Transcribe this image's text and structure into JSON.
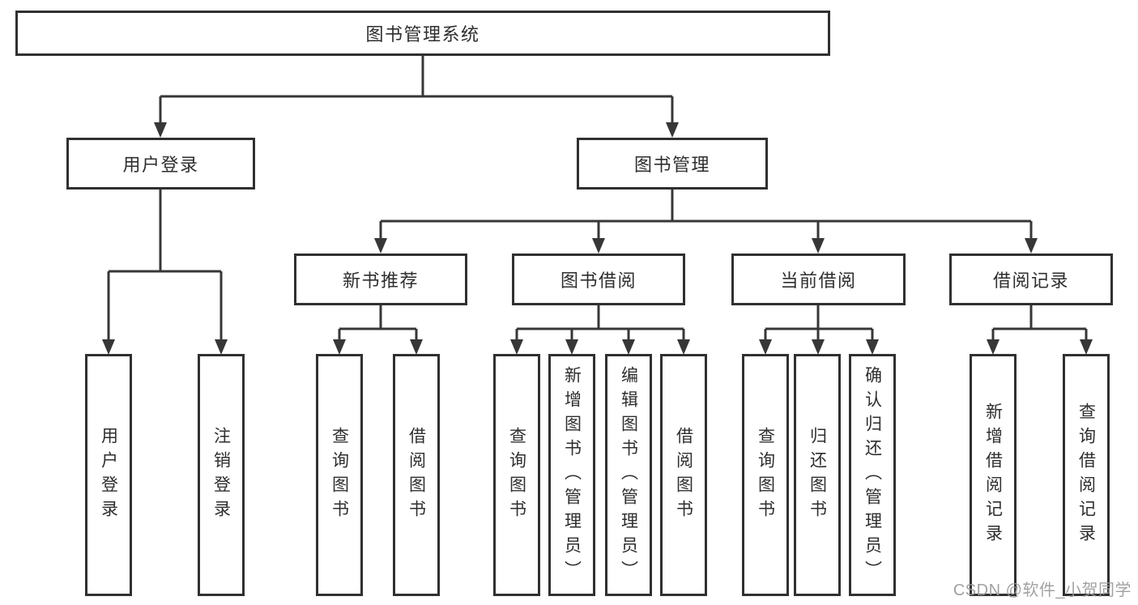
{
  "colors": {
    "background": "#ffffff",
    "line": "#373737",
    "box_border": "#303030",
    "text": "#2e2e2e",
    "watermark": "#9a9a9a"
  },
  "diagram": {
    "title": "图书管理系统",
    "branches": {
      "user_login": {
        "label": "用户登录",
        "children": [
          "用户登录",
          "注销登录"
        ]
      },
      "book_management": {
        "label": "图书管理",
        "modules": [
          {
            "label": "新书推荐",
            "children": [
              "查询图书",
              "借阅图书"
            ]
          },
          {
            "label": "图书借阅",
            "children": [
              "查询图书",
              "新增图书（管理员）",
              "编辑图书（管理员）",
              "借阅图书"
            ]
          },
          {
            "label": "当前借阅",
            "children": [
              "查询图书",
              "归还图书",
              "确认归还（管理员）"
            ]
          },
          {
            "label": "借阅记录",
            "children": [
              "新增借阅记录",
              "查询借阅记录"
            ]
          }
        ]
      }
    }
  },
  "watermark": {
    "text": "CSDN @软件_小贺同学"
  }
}
